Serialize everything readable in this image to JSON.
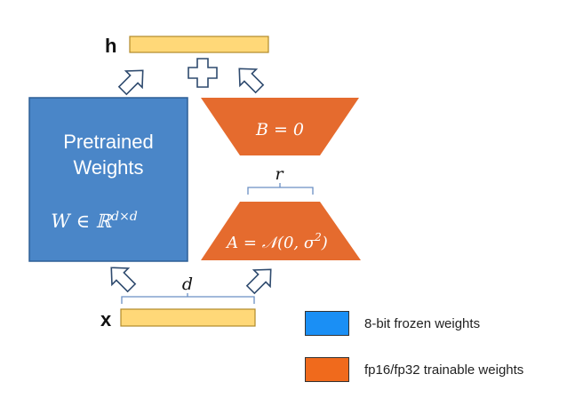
{
  "labels": {
    "h": "h",
    "x": "x",
    "r": "r",
    "d": "d"
  },
  "pretrained": {
    "line1": "Pretrained",
    "line2": "Weights",
    "formula_main": "W ∈ ℝ",
    "formula_sup": "d×d"
  },
  "lora_b": {
    "formula": "B = 0"
  },
  "lora_a": {
    "formula_main": "A = 𝒩(0, σ",
    "formula_sup": "2",
    "formula_end": ")"
  },
  "legend": [
    {
      "label": "8-bit frozen weights",
      "color": "#1a8ff5"
    },
    {
      "label": "fp16/fp32 trainable weights",
      "color": "#f06a1c"
    }
  ],
  "colors": {
    "pretrained_fill": "#4a86c8",
    "pretrained_stroke": "#2d5f96",
    "lora_fill": "#e56b2e",
    "bar_fill": "#ffd878",
    "bar_stroke": "#b08a2a",
    "bracket": "#6a8fc4",
    "arrow_stroke": "#2e4a6e"
  }
}
